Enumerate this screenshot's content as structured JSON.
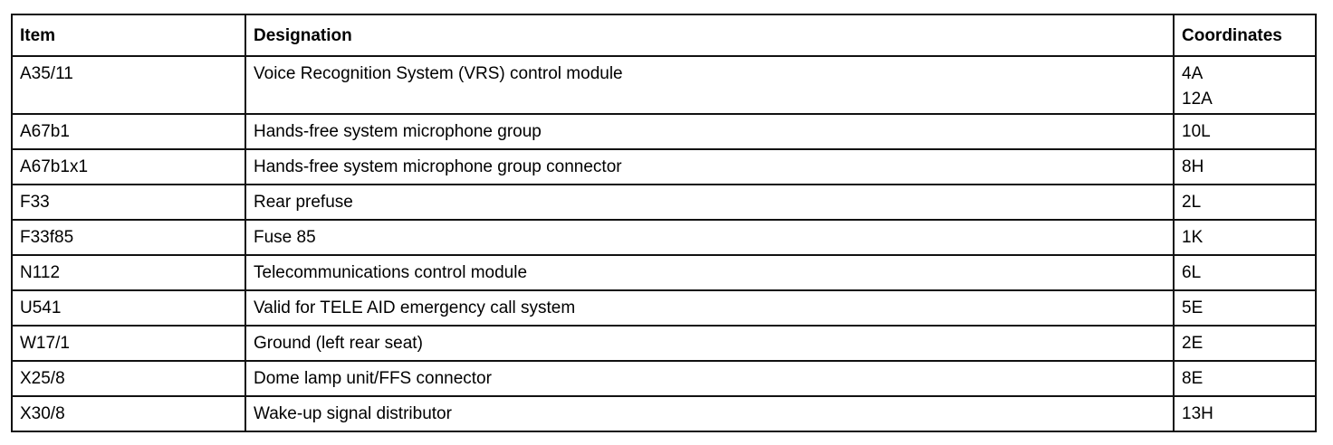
{
  "table": {
    "headers": {
      "item": "Item",
      "designation": "Designation",
      "coordinates": "Coordinates"
    },
    "rows": [
      {
        "item": "A35/11",
        "designation": "Voice Recognition System (VRS) control module",
        "coordinates": [
          "4A",
          "12A"
        ]
      },
      {
        "item": "A67b1",
        "designation": "Hands-free system microphone group",
        "coordinates": [
          "10L"
        ]
      },
      {
        "item": "A67b1x1",
        "designation": "Hands-free system microphone group connector",
        "coordinates": [
          "8H"
        ]
      },
      {
        "item": "F33",
        "designation": "Rear prefuse",
        "coordinates": [
          "2L"
        ]
      },
      {
        "item": "F33f85",
        "designation": "Fuse 85",
        "coordinates": [
          "1K"
        ]
      },
      {
        "item": "N112",
        "designation": "Telecommunications control module",
        "coordinates": [
          "6L"
        ]
      },
      {
        "item": "U541",
        "designation": "Valid for TELE AID emergency call system",
        "coordinates": [
          "5E"
        ]
      },
      {
        "item": "W17/1",
        "designation": "Ground (left rear seat)",
        "coordinates": [
          "2E"
        ]
      },
      {
        "item": "X25/8",
        "designation": "Dome lamp unit/FFS connector",
        "coordinates": [
          "8E"
        ]
      },
      {
        "item": "X30/8",
        "designation": "Wake-up signal distributor",
        "coordinates": [
          "13H"
        ]
      }
    ]
  }
}
